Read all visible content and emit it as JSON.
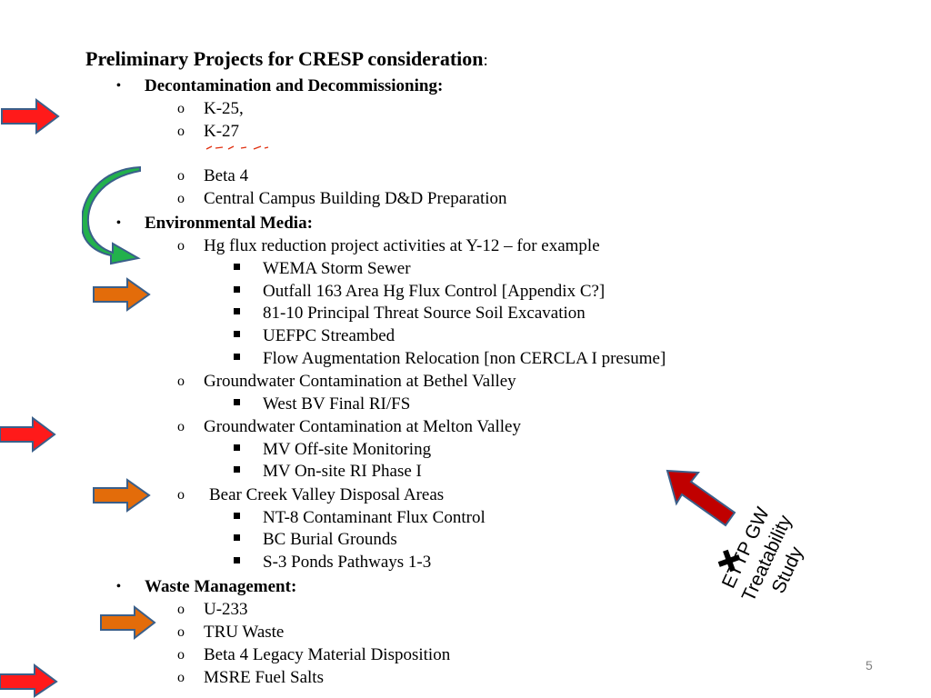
{
  "title": {
    "text": "Preliminary Projects for CRESP consideration",
    "suffix": ":"
  },
  "sections": {
    "dd": {
      "bullet": "•",
      "label": "Decontamination and Decommissioning:",
      "items": [
        "K-25,",
        "K-27",
        "Beta 4",
        "Central Campus Building D&D Preparation"
      ]
    },
    "env": {
      "bullet": "•",
      "label": "Environmental Media:",
      "hg": {
        "label": "Hg flux reduction project activities at Y-12 – for example",
        "items": [
          "WEMA Storm Sewer",
          "Outfall 163 Area Hg Flux Control [Appendix C?]",
          "81-10 Principal Threat Source Soil Excavation",
          "UEFPC Streambed",
          "Flow Augmentation Relocation [non CERCLA I presume]"
        ]
      },
      "bethel": {
        "label": "Groundwater Contamination at Bethel Valley",
        "items": [
          "West BV Final RI/FS"
        ]
      },
      "melton": {
        "label": "Groundwater Contamination at Melton Valley",
        "items": [
          "MV Off-site Monitoring",
          "MV On-site RI Phase I"
        ]
      },
      "bear": {
        "label": "Bear Creek Valley Disposal Areas",
        "items": [
          "NT-8 Contaminant Flux Control",
          "BC Burial Grounds",
          "S-3 Ponds Pathways 1-3"
        ]
      }
    },
    "waste": {
      "bullet": "•",
      "label": "Waste Management:",
      "items": [
        "U-233",
        "TRU Waste",
        "Beta 4 Legacy Material Disposition",
        "MSRE Fuel Salts"
      ]
    }
  },
  "sub_bullet": "o",
  "annotation": {
    "plus": "+",
    "line1": "ETTP  GW",
    "line2": "Treatability",
    "line3": "Study"
  },
  "page_number": "5",
  "colors": {
    "red_arrow": "#ff1a1a",
    "orange_arrow": "#e36c0a",
    "dark_red_arrow": "#c00000",
    "green_arrow": "#22b14c",
    "arrow_outline": "#3a5f8a"
  }
}
